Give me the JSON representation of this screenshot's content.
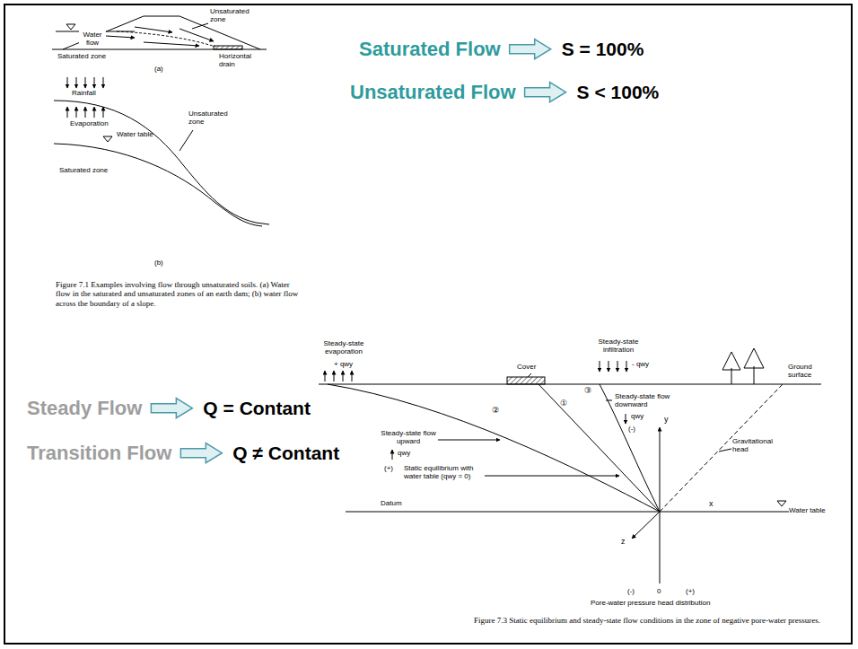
{
  "diagram": {
    "labels": [
      "Water flow",
      "Unsaturated zone",
      "Saturated zone",
      "Horizontal drain",
      "(a)",
      "Rainfall",
      "Evaporation",
      "Unsaturated zone",
      "Water table",
      "Saturated zone",
      "(b)",
      "Figure 7.1 Examples involving flow through unsaturated soils. (a) Water flow in the saturated and unsaturated zones of an earth dam; (b) water flow across the boundary of a slope.",
      "Saturated Flow",
      "S = 100%",
      "Unsaturated Flow",
      "S < 100%",
      "Steady Flow",
      "Q = Contant",
      "Transition Flow",
      "Q ≠ Contant",
      "Steady-state evaporation",
      "+ qwy",
      "Steady-state infiltration",
      "- qwy",
      "Cover",
      "③",
      "Ground surface",
      "Steady-state flow downward",
      "qwy",
      "(-)",
      "②",
      "Steady-state flow upward",
      "qwy",
      "①",
      "(+)",
      "Static equilibrium with water table (qwy = 0)",
      "Gravitational head",
      "y",
      "Datum",
      "x",
      "Water table",
      "z",
      "(-)",
      "0",
      "(+)",
      "Pore-water pressure head distribution",
      "Figure 7.3 Static equilibrium and steady-state flow conditions in the zone of negative pore-water pressures."
    ]
  }
}
